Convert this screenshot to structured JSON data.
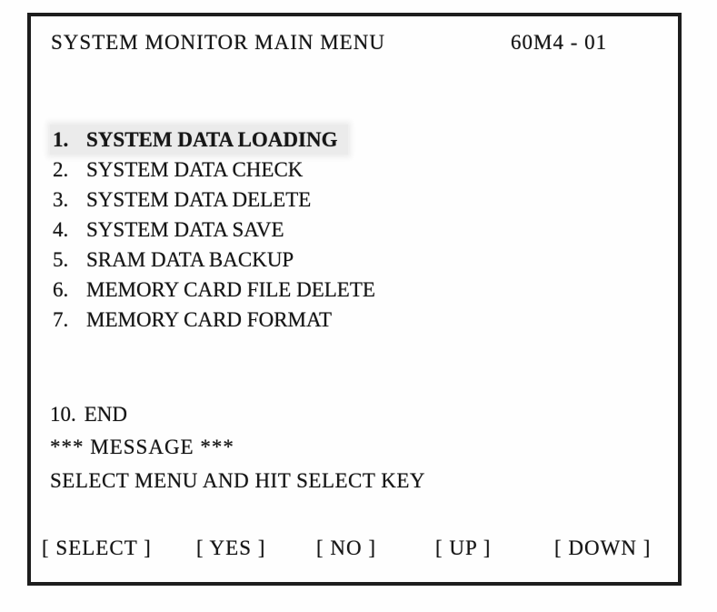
{
  "window": {
    "title": "SYSTEM MONITOR MAIN MENU",
    "version_code": "60M4 - 01"
  },
  "menu": {
    "items": [
      {
        "number": "1.",
        "label": "SYSTEM DATA LOADING",
        "selected": true
      },
      {
        "number": "2.",
        "label": "SYSTEM DATA CHECK",
        "selected": false
      },
      {
        "number": "3.",
        "label": "SYSTEM DATA DELETE",
        "selected": false
      },
      {
        "number": "4.",
        "label": "SYSTEM DATA SAVE",
        "selected": false
      },
      {
        "number": "5.",
        "label": "SRAM DATA BACKUP",
        "selected": false
      },
      {
        "number": "6.",
        "label": "MEMORY CARD FILE DELETE",
        "selected": false
      },
      {
        "number": "7.",
        "label": "MEMORY CARD FORMAT",
        "selected": false
      }
    ],
    "end_item": {
      "number": "10.",
      "label": "END"
    }
  },
  "message": {
    "header": "*** MESSAGE ***",
    "text": "SELECT MENU AND HIT SELECT KEY"
  },
  "softkeys": [
    {
      "label": "SELECT",
      "display": "[ SELECT ]"
    },
    {
      "label": "YES",
      "display": "[ YES ]"
    },
    {
      "label": "NO",
      "display": "[ NO ]"
    },
    {
      "label": "UP",
      "display": "[ UP ]"
    },
    {
      "label": "DOWN",
      "display": "[ DOWN ]"
    }
  ],
  "colors": {
    "text": "#161616",
    "background": "#fefefe",
    "border": "#1d1d1d",
    "selected_highlight": "#dedede"
  }
}
